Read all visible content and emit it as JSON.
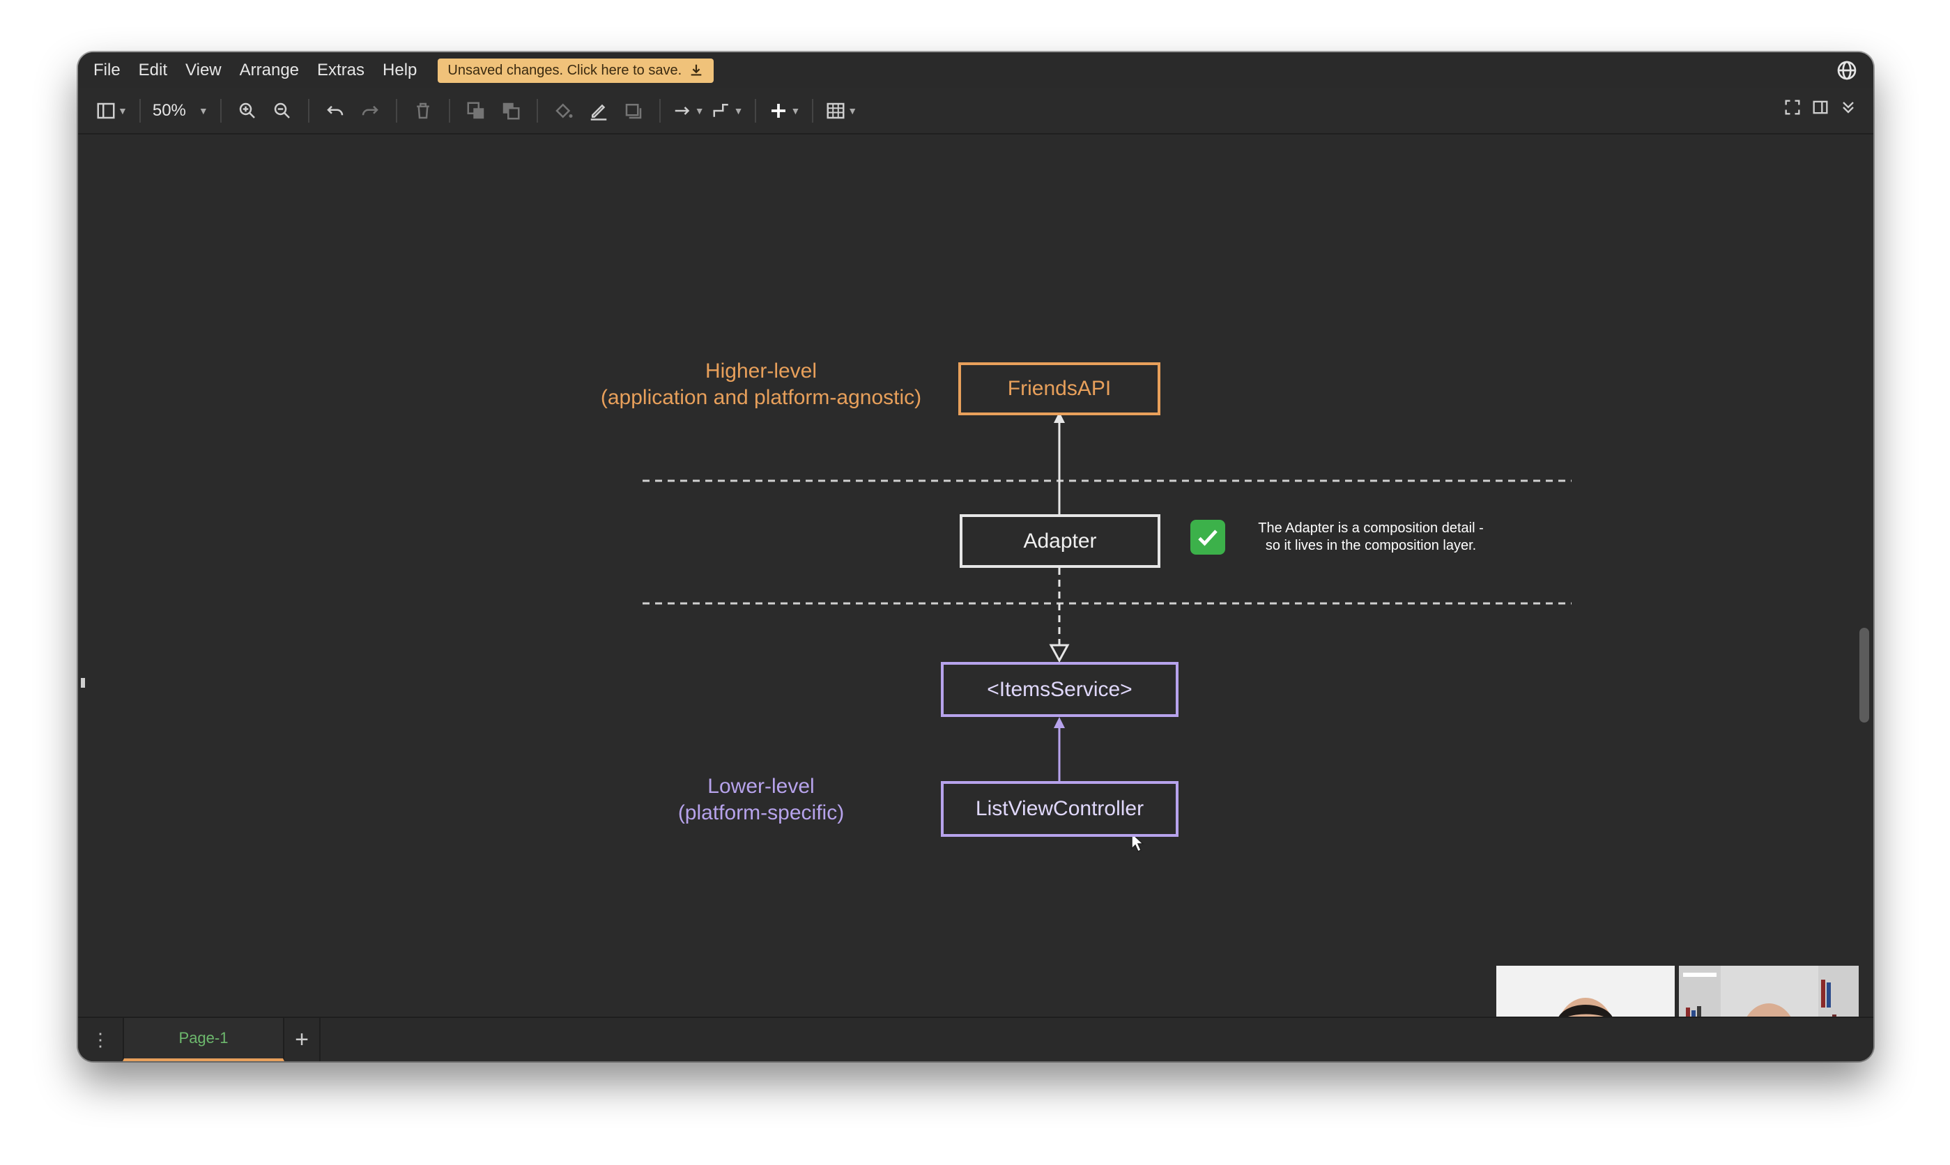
{
  "menu": {
    "items": [
      "File",
      "Edit",
      "View",
      "Arrange",
      "Extras",
      "Help"
    ],
    "save_banner": "Unsaved changes. Click here to save."
  },
  "toolbar": {
    "zoom": "50%"
  },
  "diagram": {
    "label_higher_1": "Higher-level",
    "label_higher_2": "(application and platform-agnostic)",
    "label_lower_1": "Lower-level",
    "label_lower_2": "(platform-specific)",
    "node_friends_api": "FriendsAPI",
    "node_adapter": "Adapter",
    "node_items_service": "<ItemsService>",
    "node_list_view_controller": "ListViewController",
    "note_line_1": "The Adapter is a composition detail -",
    "note_line_2": "so it lives in the composition layer."
  },
  "tabs": {
    "page_1": "Page-1"
  },
  "colors": {
    "higher_level": "#e8a05b",
    "lower_level": "#b7a3ec",
    "canvas": "#2b2b2b",
    "save_banner": "#f0c27a",
    "check": "#3cb14a"
  }
}
